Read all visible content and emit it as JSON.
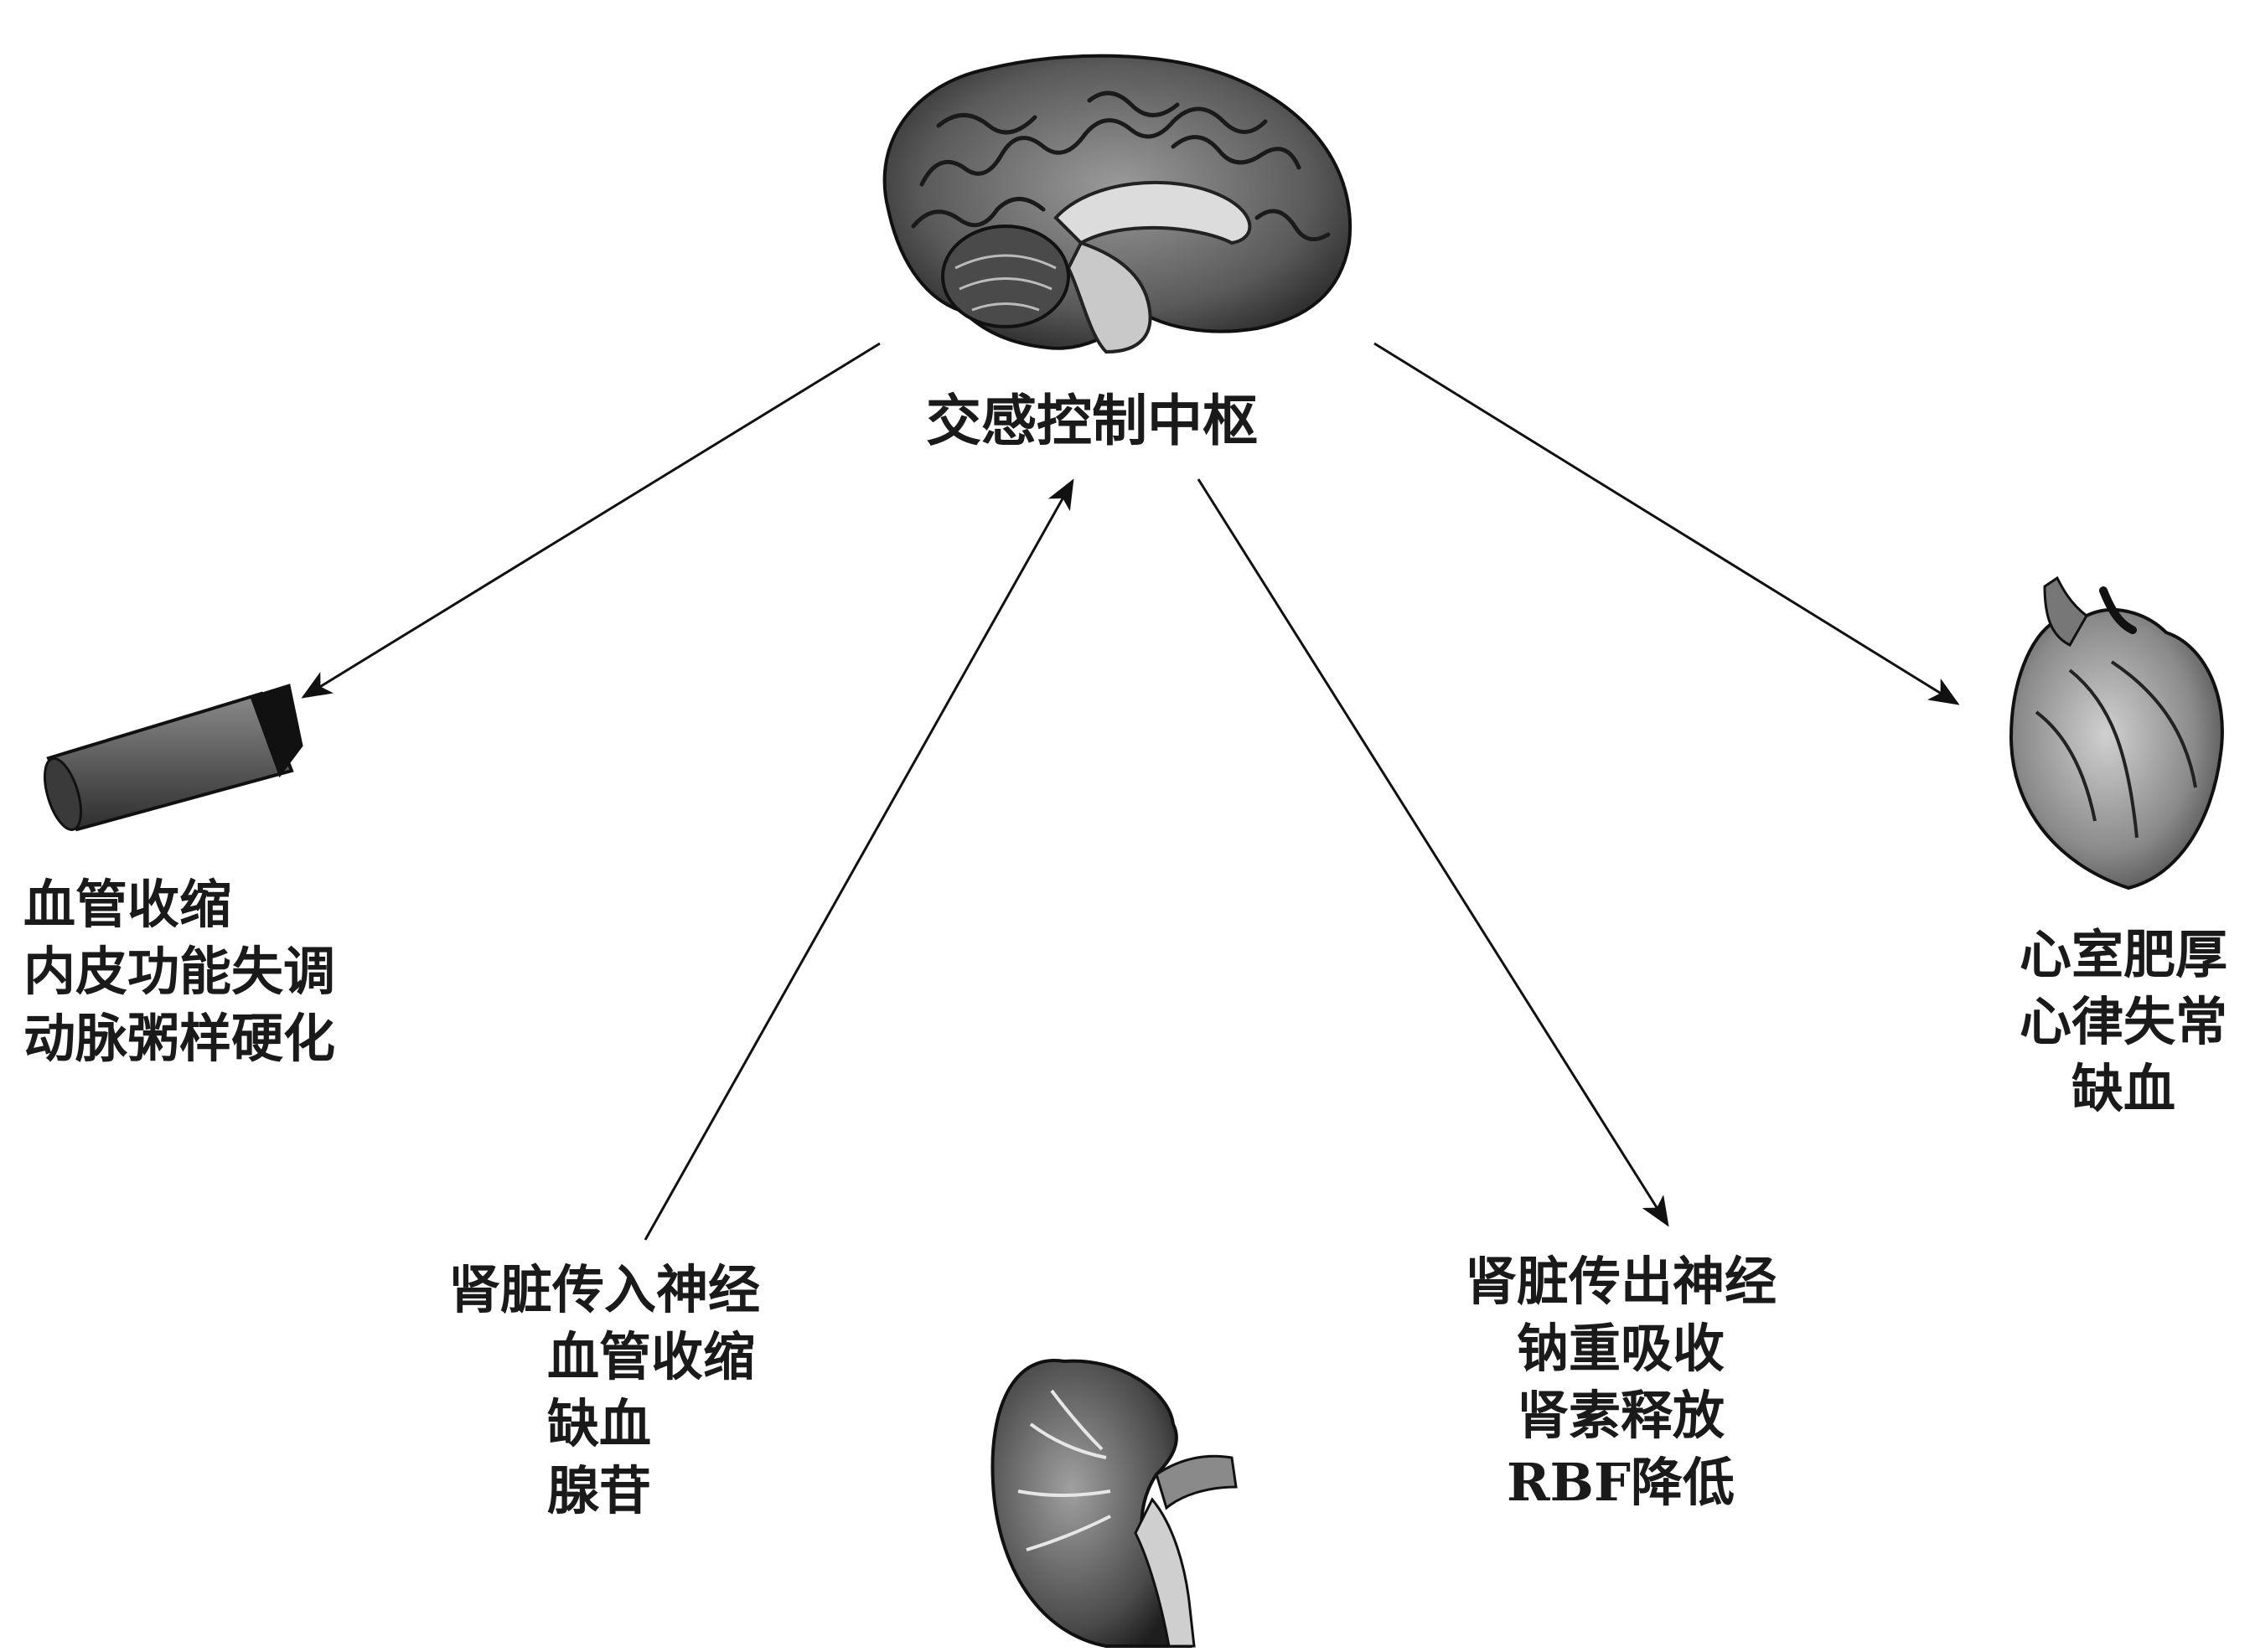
{
  "center": {
    "label": "交感控制中枢",
    "icon": "brain-icon"
  },
  "blood_vessel": {
    "icon": "blood-vessel-icon",
    "lines": [
      "血管收缩",
      "内皮功能失调",
      "动脉粥样硬化"
    ]
  },
  "heart": {
    "icon": "heart-icon",
    "lines": [
      "心室肥厚",
      "心律失常",
      "缺血"
    ]
  },
  "kidney_afferent": {
    "title": "肾脏传入神经",
    "lines": [
      "血管收缩",
      "缺血",
      "腺苷"
    ]
  },
  "kidney_efferent": {
    "title": "肾脏传出神经",
    "lines": [
      "钠重吸收",
      "肾素释放",
      "RBF降低"
    ]
  },
  "kidney": {
    "icon": "kidney-icon"
  }
}
